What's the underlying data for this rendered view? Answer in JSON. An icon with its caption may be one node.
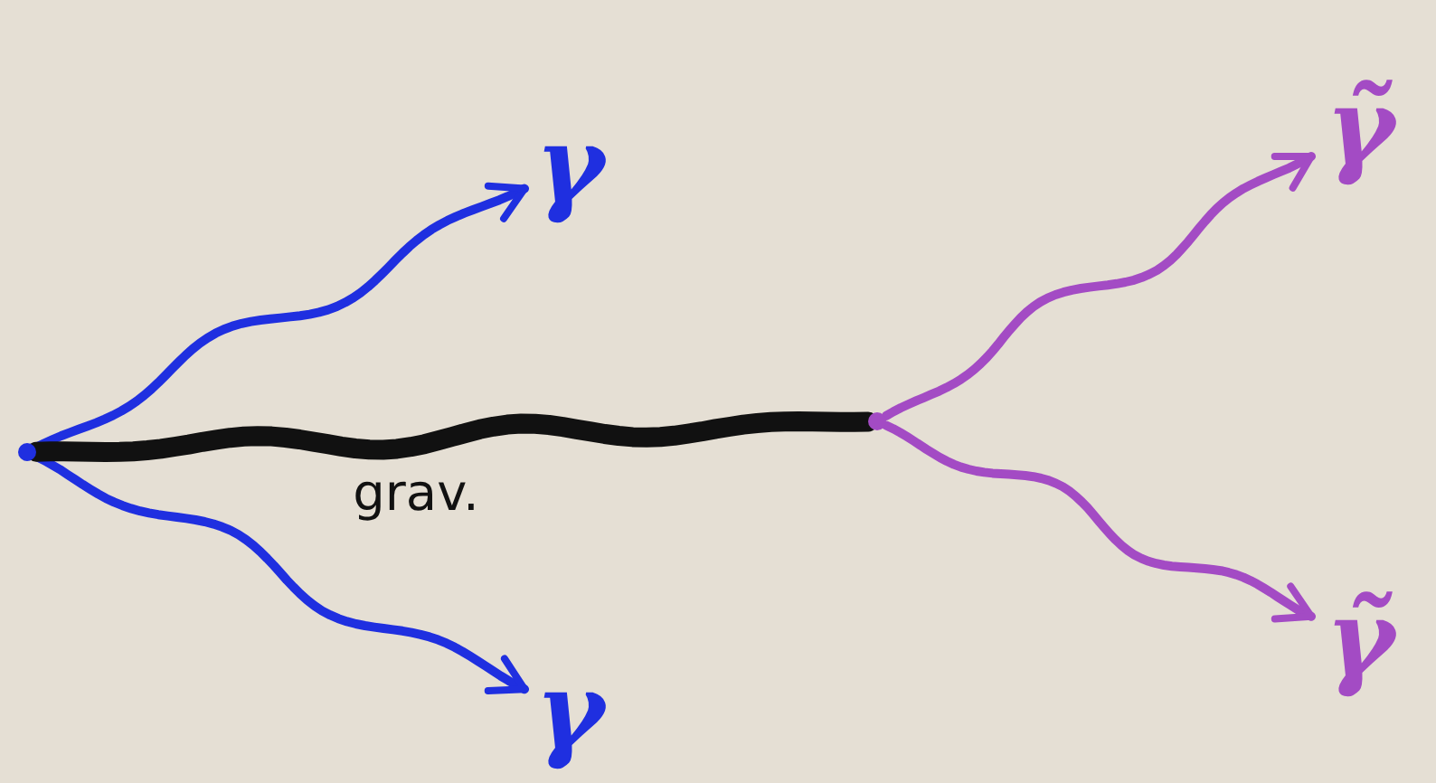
{
  "diagram": {
    "nodes": [
      {
        "text": [],
        "shape": "dot"
      },
      {
        "text": [
          "γ"
        ]
      },
      {
        "text": [
          "γ"
        ]
      },
      {
        "text": [],
        "shape": "dot"
      },
      {
        "text": [
          "γ̃"
        ]
      },
      {
        "text": [
          "γ̃"
        ]
      }
    ],
    "edges": [
      {
        "from": 0,
        "to": 1,
        "arrow": "to",
        "color": "#1f2fe0"
      },
      {
        "from": 0,
        "to": 2,
        "arrow": "to",
        "color": "#1f2fe0"
      },
      {
        "from": 0,
        "to": 3,
        "arrow": "none",
        "label": "grav.",
        "style": "thick",
        "color": "#111111"
      },
      {
        "from": 3,
        "to": 4,
        "arrow": "to",
        "color": "#a34bc4"
      },
      {
        "from": 3,
        "to": 5,
        "arrow": "to",
        "color": "#a34bc4"
      }
    ]
  }
}
